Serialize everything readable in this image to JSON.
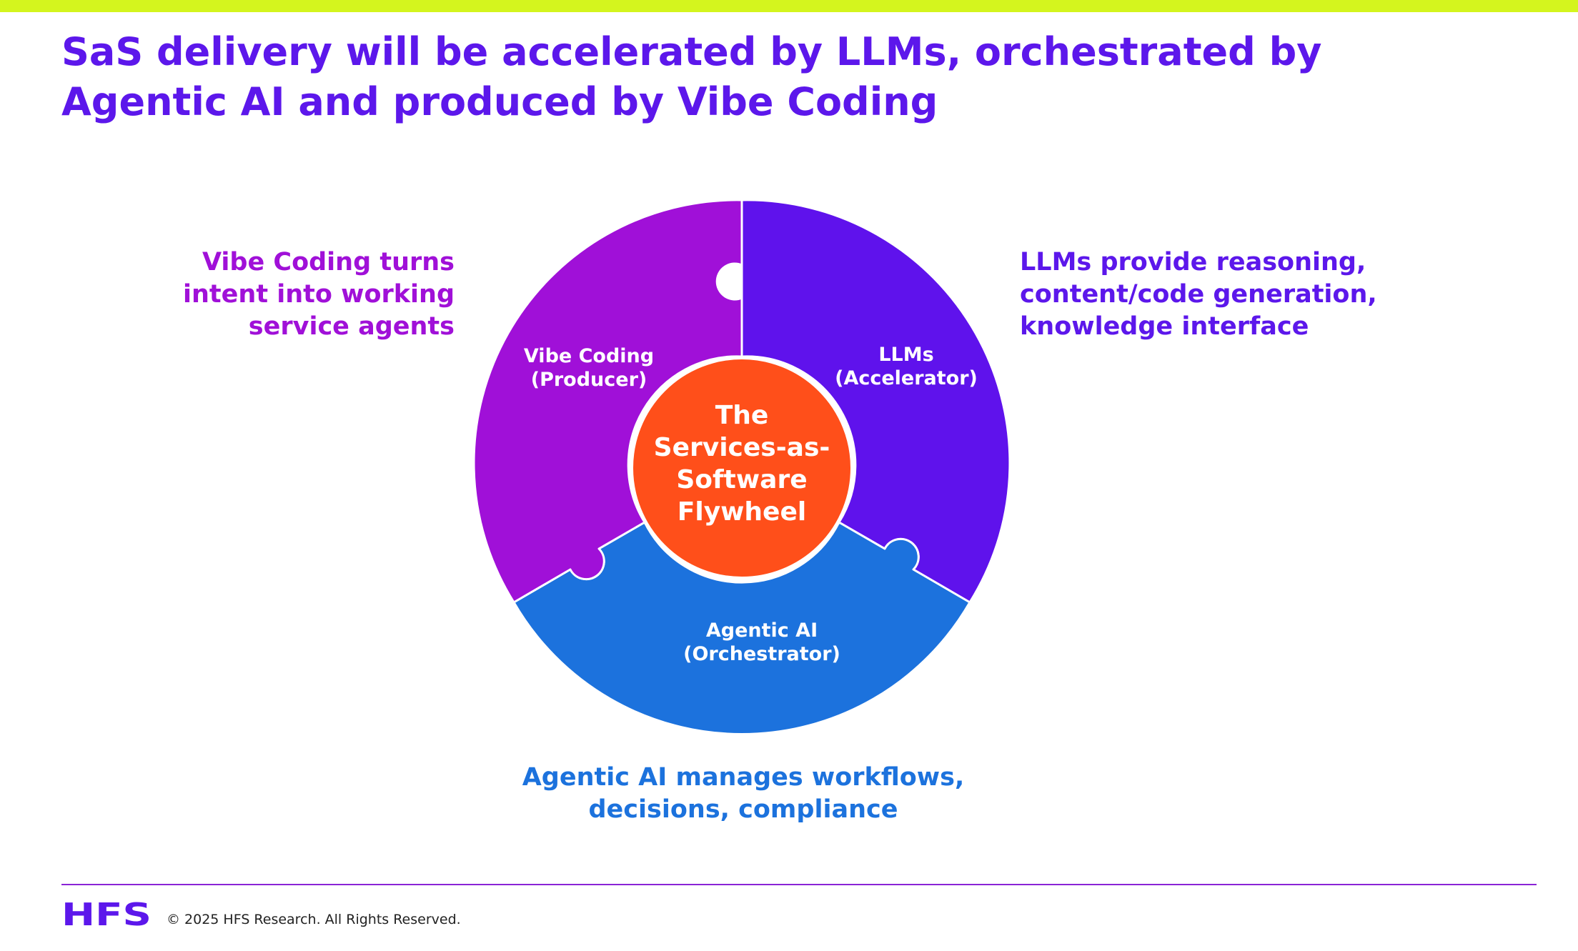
{
  "title": {
    "line1": "SaS delivery will be accelerated by LLMs, orchestrated by",
    "line2": "Agentic AI  and produced by Vibe Coding"
  },
  "callouts": {
    "vibe": {
      "lines": [
        "Vibe Coding turns",
        "intent into working",
        "service agents"
      ],
      "color": "#A010D8"
    },
    "llm": {
      "lines": [
        "LLMs provide reasoning,",
        "content/code generation,",
        "knowledge interface"
      ],
      "color": "#5C17EB"
    },
    "agentic": {
      "lines": [
        "Agentic AI manages workflows,",
        "decisions, compliance"
      ],
      "color": "#1C72DD"
    }
  },
  "flywheel": {
    "center": {
      "lines": [
        "The",
        "Services-as-",
        "Software",
        "Flywheel"
      ],
      "color": "#FF4F1A"
    },
    "segments": [
      {
        "key": "vibe",
        "lines": [
          "Vibe Coding",
          "(Producer)"
        ],
        "color": "#A010D8"
      },
      {
        "key": "llm",
        "lines": [
          "LLMs",
          "(Accelerator)"
        ],
        "color": "#5F12EC"
      },
      {
        "key": "agentic",
        "lines": [
          "Agentic AI",
          "(Orchestrator)"
        ],
        "color": "#1C72DD"
      }
    ]
  },
  "footer": {
    "logo_text": "HFS",
    "copyright": "© 2025 HFS Research. All Rights Reserved.",
    "accent_color": "#5C17EB"
  },
  "theme": {
    "top_bar_color": "#D4F51E"
  }
}
